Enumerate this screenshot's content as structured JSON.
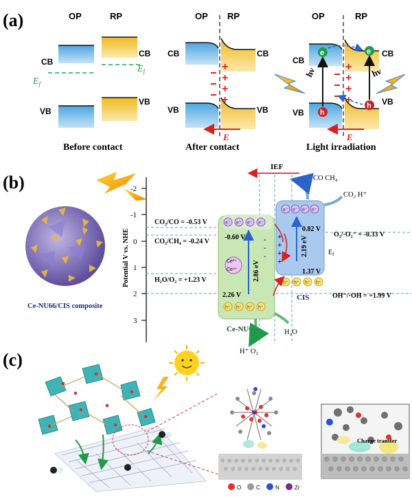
{
  "panels": {
    "a": "(a)",
    "b": "(b)",
    "c": "(c)"
  },
  "panel_a": {
    "op": "OP",
    "rp": "RP",
    "cb": "CB",
    "vb": "VB",
    "ef": "E",
    "ef_sub": "f",
    "e_field": "E",
    "hv": "hν",
    "electron": "e",
    "hole": "h",
    "captions": [
      "Before contact",
      "After contact",
      "Light irradiation"
    ],
    "colors": {
      "op_band": "#6fb6e6",
      "rp_band": "#f2c64c",
      "charge": "#e02020",
      "ef_line": "#2aa34a"
    }
  },
  "panel_b": {
    "axis_label": "Potential V vs. NHE",
    "ticks": [
      "-2",
      "-1",
      "0",
      "1",
      "2",
      "3"
    ],
    "co2_co": "CO₂/CO = -0.53 V",
    "co2_ch4": "CO₂/CH₄ = -0.24 V",
    "h2o_o2": "H₂O/O₂ = +1.23 V",
    "o2": "O₂/·O₂⁻ = -0.33 V",
    "oh": "OH⁻/·OH = +1.99 V",
    "ief": "IEF",
    "co_ch4": "CO  CH₄",
    "co2_h": "CO₂  H⁺",
    "h_o2": "H⁺  O₂",
    "h2o": "H₂O",
    "ce_nu66_cb": "-0.60 V",
    "ce_nu66_vb": "2.26 V",
    "ce_nu66_gap": "2.86 eV",
    "cis_cb": "0.82 V",
    "cis_vb": "1.37 V",
    "cis_gap": "2.19 eV",
    "ef": "E",
    "ef_sub": "f",
    "ce_nu66_label": "Ce-NU66",
    "cis_label": "CIS",
    "composite": "Ce-NU66/CIS composite",
    "ce3": "Ce³⁺",
    "ce4": "Ce⁴⁺",
    "e": "e⁻",
    "h": "h⁺",
    "colors": {
      "green_box": "#c9e6b5",
      "blue_box": "#a9c9ee",
      "arrow": "#d83030"
    }
  },
  "panel_c": {
    "charge_transfer": "Charge transfer",
    "legend": [
      "O",
      "C",
      "N",
      "Zr"
    ],
    "legend_colors": [
      "#e53030",
      "#9a9a9a",
      "#2b4fd6",
      "#7a2a8a"
    ]
  }
}
